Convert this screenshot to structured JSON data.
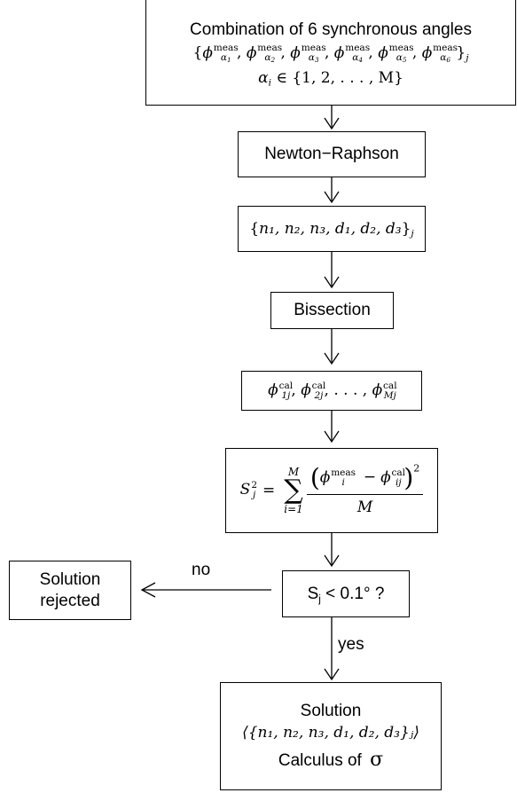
{
  "flowchart": {
    "start": {
      "title": "Combination of 6 synchronous angles",
      "sup": "meas",
      "angle_set_subs": [
        "1",
        "2",
        "3",
        "4",
        "5",
        "6"
      ],
      "set_index": "j",
      "domain_lhs": "α",
      "domain_rhs": "∈ {1, 2, . . . , M}"
    },
    "newton": {
      "label": "Newton−Raphson"
    },
    "params": {
      "variables": "n₁, n₂, n₃, d₁, d₂, d₃",
      "index": "j"
    },
    "bisection": {
      "label": "Bissection"
    },
    "calc": {
      "sup": "cal",
      "subs": [
        "1j",
        "2j",
        "Mj"
      ],
      "ellipsis": ". . . ,"
    },
    "formula": {
      "lhs_var": "S",
      "lhs_sub": "j",
      "lhs_sup": "2",
      "sum_upper": "M",
      "sum_lower": "i=1",
      "num_meas_sup": "meas",
      "num_meas_sub": "i",
      "num_cal_sup": "cal",
      "num_cal_sub": "ij",
      "num_power": "2",
      "denominator": "M"
    },
    "decision": {
      "prefix": "S",
      "sub": "j",
      "suffix": " < 0.1° ?"
    },
    "rejected": {
      "line1": "Solution",
      "line2": "rejected"
    },
    "edge_no": "no",
    "edge_yes": "yes",
    "solution": {
      "title": "Solution",
      "set": "⟨{n₁, n₂, n₃, d₁, d₂, d₃}ⱼ⟩",
      "calculus_prefix": "Calculus of",
      "sigma": "σ"
    }
  }
}
